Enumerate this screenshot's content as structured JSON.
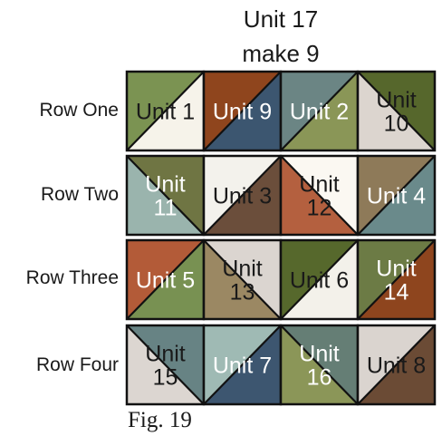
{
  "header": {
    "line1": "Unit 17",
    "line2": "make 9"
  },
  "rows": [
    {
      "label": "Row One"
    },
    {
      "label": "Row Two"
    },
    {
      "label": "Row Three"
    },
    {
      "label": "Row Four"
    }
  ],
  "units": [
    {
      "row": 0,
      "col": 0,
      "lines": [
        "Unit 1"
      ],
      "diagonal": "bl-tr",
      "colorA": "#7b9352",
      "colorB": "#f6f3ea",
      "textColor": "#1a1a1a"
    },
    {
      "row": 0,
      "col": 1,
      "lines": [
        "Unit 9"
      ],
      "diagonal": "bl-tr",
      "colorA": "#8f451d",
      "colorB": "#3c5670",
      "textColor": "#ffffff"
    },
    {
      "row": 0,
      "col": 2,
      "lines": [
        "Unit 2"
      ],
      "diagonal": "bl-tr",
      "colorA": "#6b8584",
      "colorB": "#8a9657",
      "textColor": "#ffffff"
    },
    {
      "row": 0,
      "col": 3,
      "lines": [
        "Unit",
        "10"
      ],
      "diagonal": "tl-br",
      "colorA": "#56672c",
      "colorB": "#dcd5cf",
      "textColor": "#1a1a1a"
    },
    {
      "row": 1,
      "col": 0,
      "lines": [
        "Unit",
        "11"
      ],
      "diagonal": "tl-br",
      "colorA": "#6f7543",
      "colorB": "#9ab4ad",
      "textColor": "#ffffff"
    },
    {
      "row": 1,
      "col": 1,
      "lines": [
        "Unit 3"
      ],
      "diagonal": "bl-tr",
      "colorA": "#f3f2ec",
      "colorB": "#6b4e3b",
      "textColor": "#1a1a1a"
    },
    {
      "row": 1,
      "col": 2,
      "lines": [
        "Unit",
        "12"
      ],
      "diagonal": "tl-br",
      "colorA": "#fbf8f2",
      "colorB": "#b4603f",
      "textColor": "#1a1a1a"
    },
    {
      "row": 1,
      "col": 3,
      "lines": [
        "Unit 4"
      ],
      "diagonal": "bl-tr",
      "colorA": "#8e7a59",
      "colorB": "#6a8a8b",
      "textColor": "#ffffff"
    },
    {
      "row": 2,
      "col": 0,
      "lines": [
        "Unit 5"
      ],
      "diagonal": "bl-tr",
      "colorA": "#b35b38",
      "colorB": "#789152",
      "textColor": "#ffffff"
    },
    {
      "row": 2,
      "col": 1,
      "lines": [
        "Unit",
        "13"
      ],
      "diagonal": "tl-br",
      "colorA": "#dbd5d0",
      "colorB": "#9b8863",
      "textColor": "#1a1a1a"
    },
    {
      "row": 2,
      "col": 2,
      "lines": [
        "Unit 6"
      ],
      "diagonal": "bl-tr",
      "colorA": "#56682c",
      "colorB": "#f3f1ea",
      "textColor": "#1a1a1a"
    },
    {
      "row": 2,
      "col": 3,
      "lines": [
        "Unit",
        "14"
      ],
      "diagonal": "bl-tr",
      "colorA": "#6c7b45",
      "colorB": "#8e451e",
      "textColor": "#ffffff"
    },
    {
      "row": 3,
      "col": 0,
      "lines": [
        "Unit",
        "15"
      ],
      "diagonal": "tl-br",
      "colorA": "#678384",
      "colorB": "#dcd6d1",
      "textColor": "#1a1a1a"
    },
    {
      "row": 3,
      "col": 1,
      "lines": [
        "Unit 7"
      ],
      "diagonal": "bl-tr",
      "colorA": "#9fbab4",
      "colorB": "#3d5670",
      "textColor": "#ffffff"
    },
    {
      "row": 3,
      "col": 2,
      "lines": [
        "Unit",
        "16"
      ],
      "diagonal": "tl-br",
      "colorA": "#657e75",
      "colorB": "#8b9658",
      "textColor": "#ffffff"
    },
    {
      "row": 3,
      "col": 3,
      "lines": [
        "Unit 8"
      ],
      "diagonal": "bl-tr",
      "colorA": "#dad4cf",
      "colorB": "#6b4b35",
      "textColor": "#1a1a1a"
    }
  ],
  "caption": "Fig. 19"
}
